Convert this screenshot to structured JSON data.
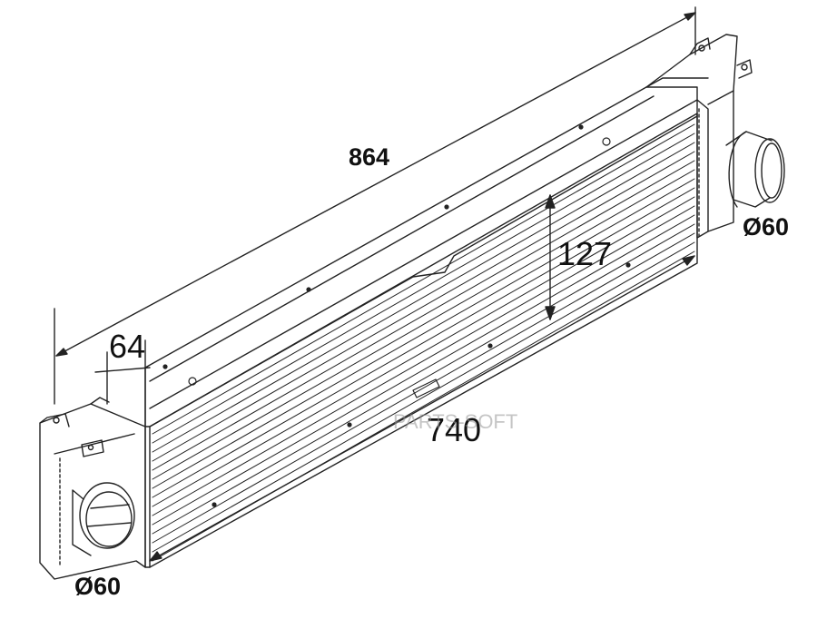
{
  "dimensions": {
    "total_length": "864",
    "flange_width": "64",
    "core_height": "127",
    "core_length": "740",
    "inlet_diameter_right": "Ø60",
    "inlet_diameter_left": "Ø60"
  },
  "watermark": "PARTS-SOFT",
  "colors": {
    "line": "#222222",
    "background": "#ffffff"
  }
}
